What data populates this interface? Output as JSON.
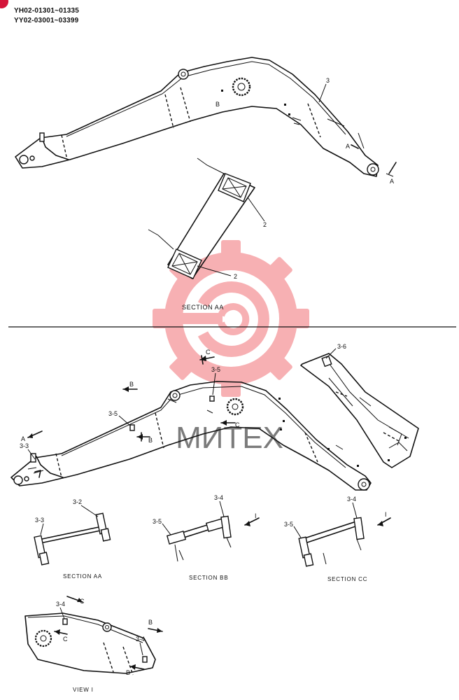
{
  "header": {
    "serial_line_1": "YH02-01301~01335",
    "serial_line_2": "YY02-03001~03399"
  },
  "watermark": {
    "text": "МИТЕХ",
    "color": "#e8131c"
  },
  "accent_color": "#d4143a",
  "top_view": {
    "part_label": "3",
    "section_marker": "A",
    "section_caption": "SECTION AA",
    "section_part_labels": [
      "2",
      "2"
    ]
  },
  "bottom_view": {
    "labels": {
      "part_3_3": "3-3",
      "part_3_5_left": "3-5",
      "part_3_5_top": "3-5",
      "part_3_6": "3-6",
      "marker_a": "A",
      "marker_b_left": "B",
      "marker_b_top": "B",
      "marker_c_top": "C",
      "marker_c_mid": "C"
    }
  },
  "sections": [
    {
      "caption": "SECTION AA",
      "labels": [
        "3-2",
        "3-3"
      ]
    },
    {
      "caption": "SECTION BB",
      "labels": [
        "3-4",
        "3-5"
      ],
      "view_marker": "I"
    },
    {
      "caption": "SECTION CC",
      "labels": [
        "3-4",
        "3-5"
      ],
      "view_marker": "I"
    }
  ],
  "view_i": {
    "caption": "VIEW I",
    "labels": [
      "3-4",
      "C",
      "C",
      "3-4",
      "B",
      "B"
    ]
  }
}
